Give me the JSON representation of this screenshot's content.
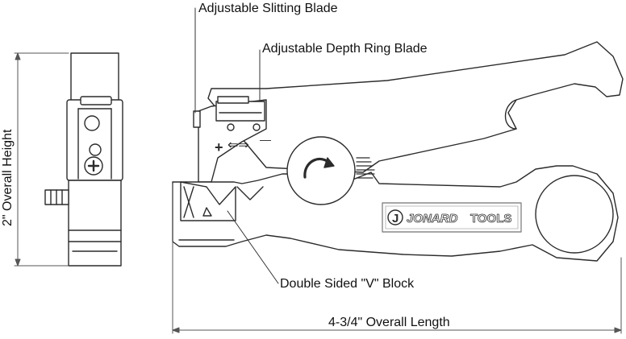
{
  "labels": {
    "slitting_blade": "Adjustable Slitting Blade",
    "depth_ring_blade": "Adjustable Depth Ring Blade",
    "v_block": "Double Sided \"V\" Block",
    "overall_length": "4-3/4\" Overall Length",
    "overall_height": "2\" Overall Height"
  },
  "logo": {
    "letter": "J",
    "brand": "JONARD",
    "suffix": "TOOLS"
  },
  "adjust_symbols": {
    "plus": "+",
    "arrows": "⇐⇒",
    "minus": "—"
  },
  "colors": {
    "line": "#2b2b2b",
    "dimension_line": "#555555",
    "fill": "#ffffff"
  }
}
